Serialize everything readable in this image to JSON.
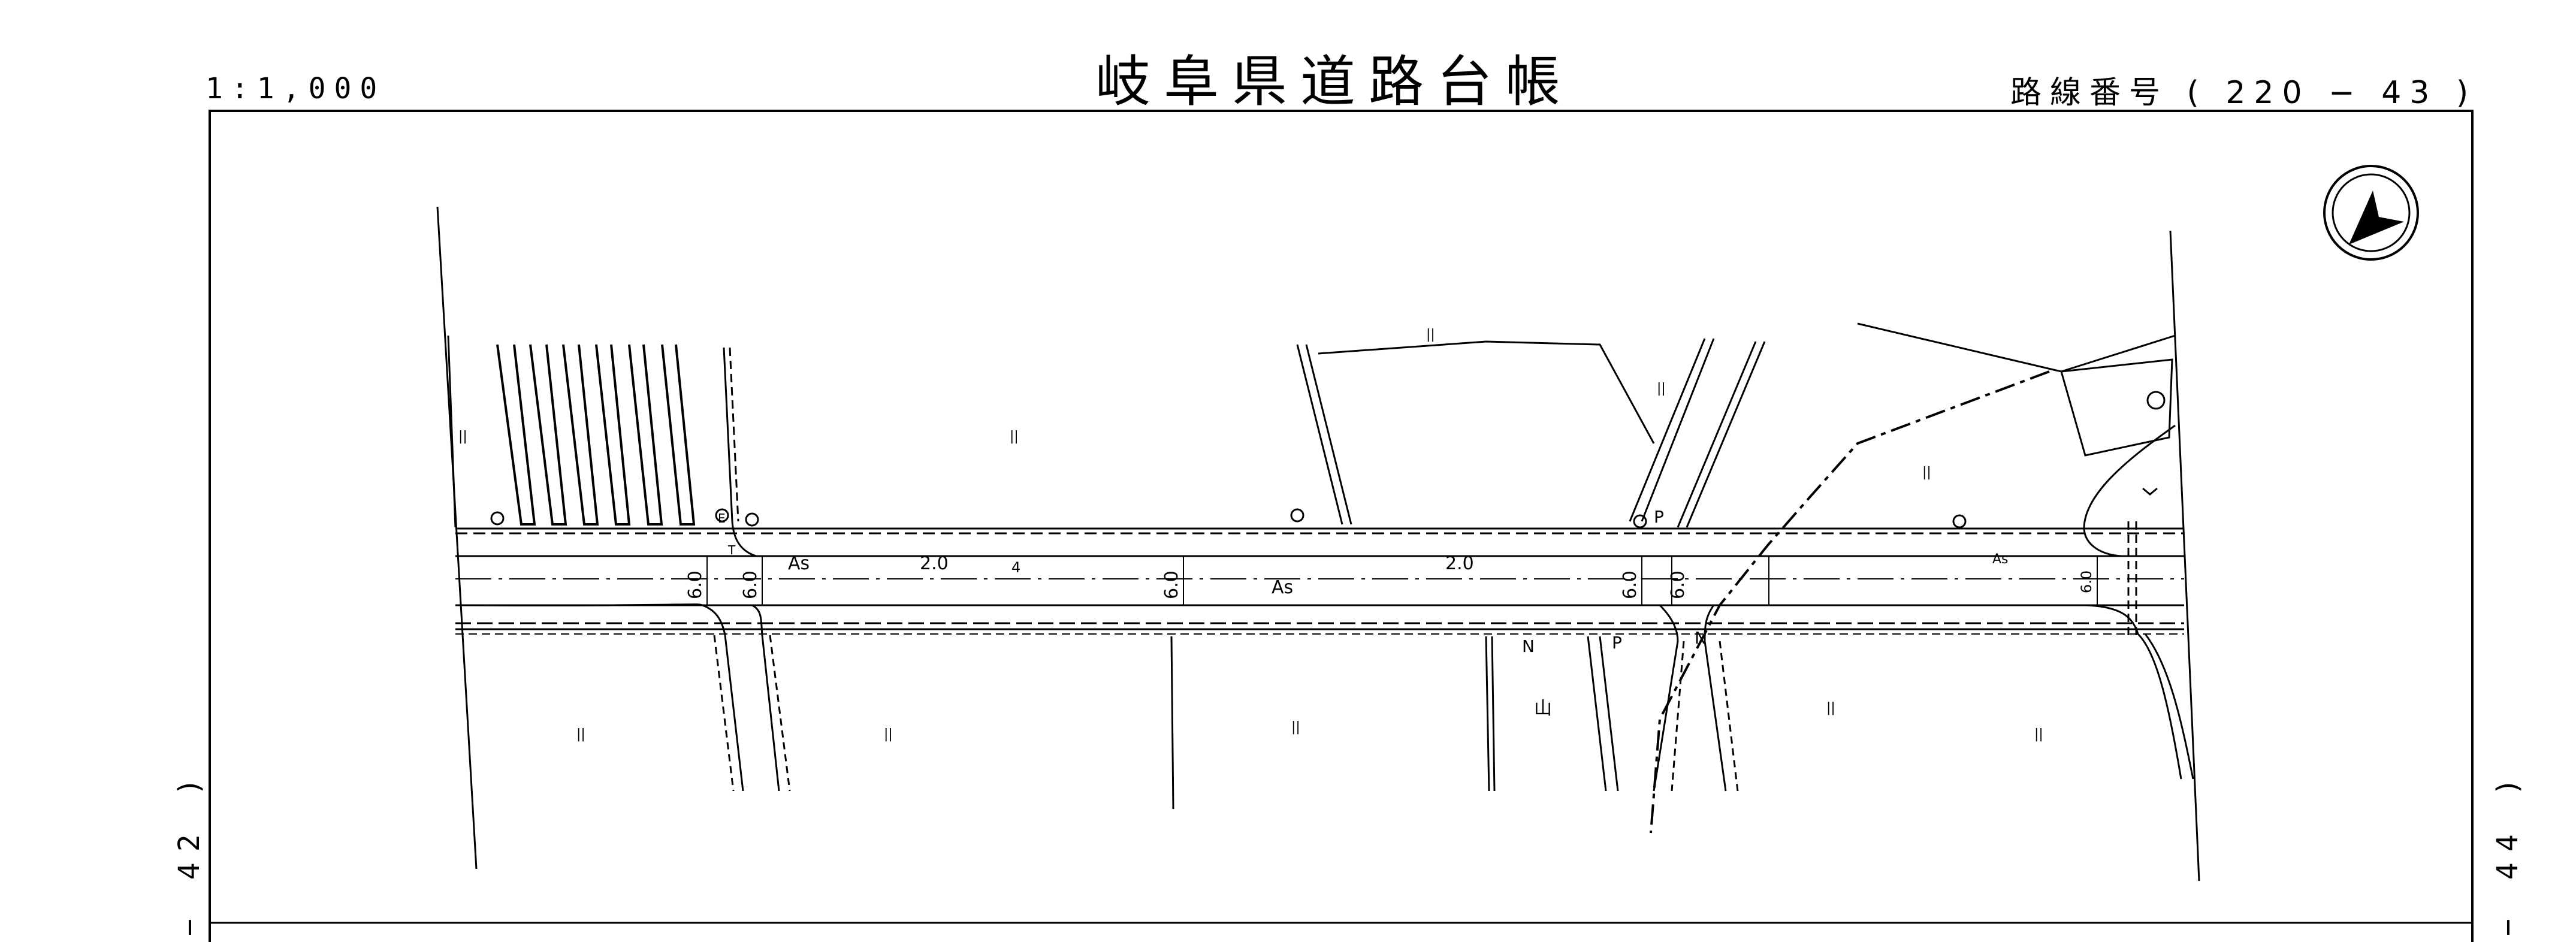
{
  "header": {
    "title": "岐阜県道路台帳",
    "scale": "1:1,000",
    "route_number": "路線番号 ( 220 − 43 )"
  },
  "side_labels": {
    "left": "− 42 )",
    "right": "− 44 )"
  },
  "map": {
    "pavement_label": "As",
    "lane_widths": [
      "2.0",
      "2.0"
    ],
    "side_widths": [
      "6.0",
      "6.0",
      "6.0",
      "6.0",
      "6.0",
      "6.0"
    ],
    "area_marks": [
      "||",
      "||",
      "||",
      "||",
      "||",
      "||",
      "||",
      "||",
      "||",
      "||"
    ],
    "small_marks": [
      "P",
      "P",
      "N",
      "N",
      "E",
      "T",
      "4",
      "山"
    ],
    "north_arrow": "north-arrow-icon"
  }
}
